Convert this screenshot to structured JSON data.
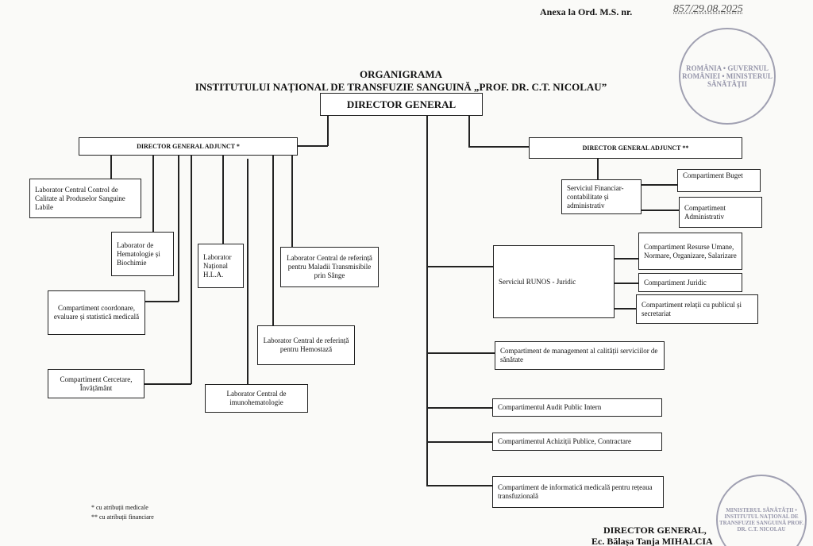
{
  "header": {
    "annex_label": "Anexa  la Ord. M.S. nr.",
    "annex_number": "857/29.08.2025"
  },
  "title": {
    "line1": "ORGANIGRAMA",
    "line2": "INSTITUTULUI NAȚIONAL DE TRANSFUZIE SANGUINĂ „PROF. DR. C.T. NICOLAU”"
  },
  "director_general": "DIRECTOR GENERAL",
  "dga_medical": {
    "label": "DIRECTOR GENERAL ADJUNCT *",
    "units": [
      "Laborator Central Control de Calitate al  Produselor Sanguine Labile",
      "Laborator de Hematologie și Biochimie",
      "Compartiment coordonare, evaluare și statistică medicală",
      "Compartiment Cercetare, Învățământ",
      "Laborator Național H.L.A.",
      "Laborator Central de imunohematologie",
      "Laborator Central de referință pentru Hemostază",
      "Laborator Central de referință pentru Maladii Transmisibile prin Sânge"
    ]
  },
  "dga_financiar": {
    "label": "DIRECTOR GENERAL ADJUNCT **",
    "serviciu": "Serviciul Financiar-contabilitate și administrativ",
    "units": [
      "Compartiment Buget",
      "Compartiment Administrativ"
    ]
  },
  "runos": {
    "label": "Serviciul RUNOS -  Juridic",
    "units": [
      "Compartiment  Resurse Umane, Normare, Organizare, Salarizare",
      "Compartiment  Juridic",
      "Compartiment relații cu publicul și secretariat"
    ]
  },
  "direct_units": [
    "Compartiment de management al calității serviciilor de sănătate",
    "Compartimentul Audit Public Intern",
    "Compartimentul Achiziții Publice, Contractare",
    "Compartiment de informatică medicală pentru rețeaua transfuzională"
  ],
  "footnotes": [
    "* cu atribuții medicale",
    "** cu atribuții financiare"
  ],
  "signature": {
    "title": "DIRECTOR GENERAL,",
    "name": "Ec. Bălașa Tanja MIHALCIA"
  },
  "stamps": {
    "top": "ROMÂNIA • GUVERNUL ROMÂNIEI • MINISTERUL SĂNĂTĂȚII",
    "bottom": "MINISTERUL SĂNĂTĂȚII • INSTITUTUL NAȚIONAL DE TRANSFUZIE SANGUINĂ PROF. DR. C.T. NICOLAU"
  }
}
